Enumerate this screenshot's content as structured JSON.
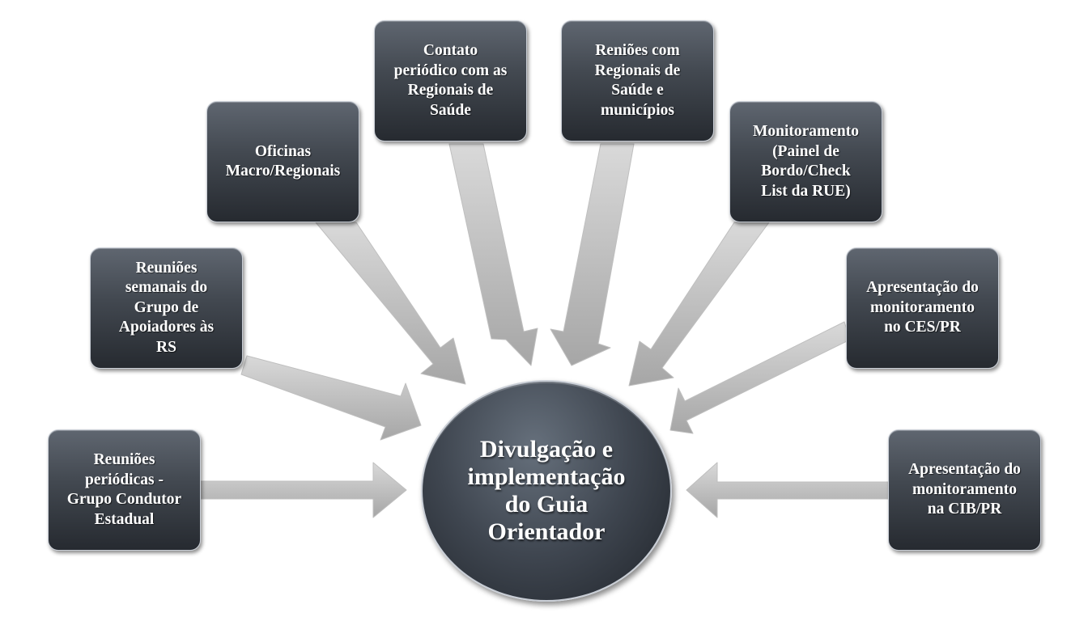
{
  "center": {
    "label": "Divulgação e\nimplementação\ndo Guia\nOrientador"
  },
  "nodes": [
    {
      "label": "Reuniões\nperiódicas -\nGrupo Condutor\nEstadual"
    },
    {
      "label": "Reuniões\nsemanais do\nGrupo de\nApoiadores às\nRS"
    },
    {
      "label": "Oficinas\nMacro/Regionais"
    },
    {
      "label": "Contato\nperiódico com as\nRegionais de\nSaúde"
    },
    {
      "label": "Reniões com\nRegionais  de\nSaúde e\nmunicípios"
    },
    {
      "label": "Monitoramento\n(Painel de\nBordo/Check\nList da RUE)"
    },
    {
      "label": "Apresentação do\nmonitoramento\nno CES/PR"
    },
    {
      "label": "Apresentação do\nmonitoramento\nna CIB/PR"
    }
  ],
  "colors": {
    "arrow": "#bfbfbf",
    "node_border": "#c9ced6",
    "node_fill_top": "#5f6670",
    "node_fill_bottom": "#262a30",
    "text": "#ffffff"
  }
}
